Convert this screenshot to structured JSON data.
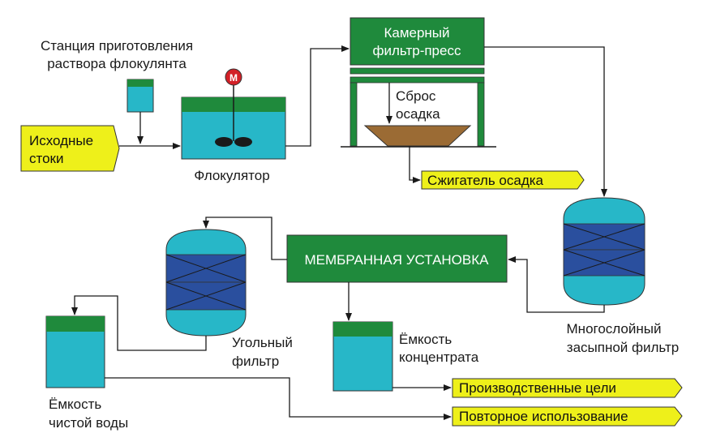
{
  "colors": {
    "green": "#1f8a3c",
    "dark_green": "#0e6a2b",
    "teal": "#27b7c8",
    "navy": "#2a4f9e",
    "yellow": "#eef01a",
    "brown": "#9b6b34",
    "motor": "#d32027"
  },
  "labels": {
    "flocculant_station_line1": "Станция приготовления",
    "flocculant_station_line2": "раствора флокулянта",
    "source_line1": "Исходные",
    "source_line2": "стоки",
    "motor": "М",
    "flocculator": "Флокулятор",
    "press_line1": "Камерный",
    "press_line2": "фильтр-пресс",
    "sludge_line1": "Сброс",
    "sludge_line2": "осадка",
    "incinerator": "Сжигатель осадка",
    "membrane": "МЕМБРАННАЯ УСТАНОВКА",
    "multilayer_line1": "Многослойный",
    "multilayer_line2": "засыпной фильтр",
    "carbon_line1": "Угольный",
    "carbon_line2": "фильтр",
    "concentrate_line1": "Ёмкость",
    "concentrate_line2": "концентрата",
    "clean_line1": "Ёмкость",
    "clean_line2": "чистой воды",
    "industrial": "Производственные цели",
    "reuse": "Повторное использование"
  }
}
